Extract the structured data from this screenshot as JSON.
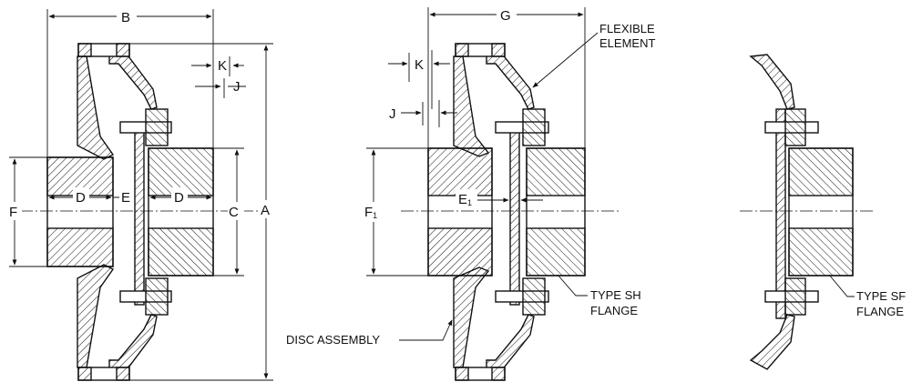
{
  "views": {
    "left": {
      "dims": {
        "A": "A",
        "B": "B",
        "C": "C",
        "D_left": "D",
        "D_right": "D",
        "E": "E",
        "F": "F",
        "J": "J",
        "K": "K"
      }
    },
    "middle": {
      "dims": {
        "G": "G",
        "K": "K",
        "J": "J",
        "F1_main": "F",
        "F1_sub": "1",
        "E1_main": "E",
        "E1_sub": "1"
      },
      "callouts": {
        "flexible_element_line1": "FLEXIBLE",
        "flexible_element_line2": "ELEMENT",
        "type_sh_line1": "TYPE SH",
        "type_sh_line2": "FLANGE",
        "disc_assembly": "DISC ASSEMBLY"
      }
    },
    "right": {
      "callouts": {
        "type_sf_line1": "TYPE SF",
        "type_sf_line2": "FLANGE"
      }
    }
  },
  "colors": {
    "ink": "#111111",
    "paper": "#ffffff"
  }
}
